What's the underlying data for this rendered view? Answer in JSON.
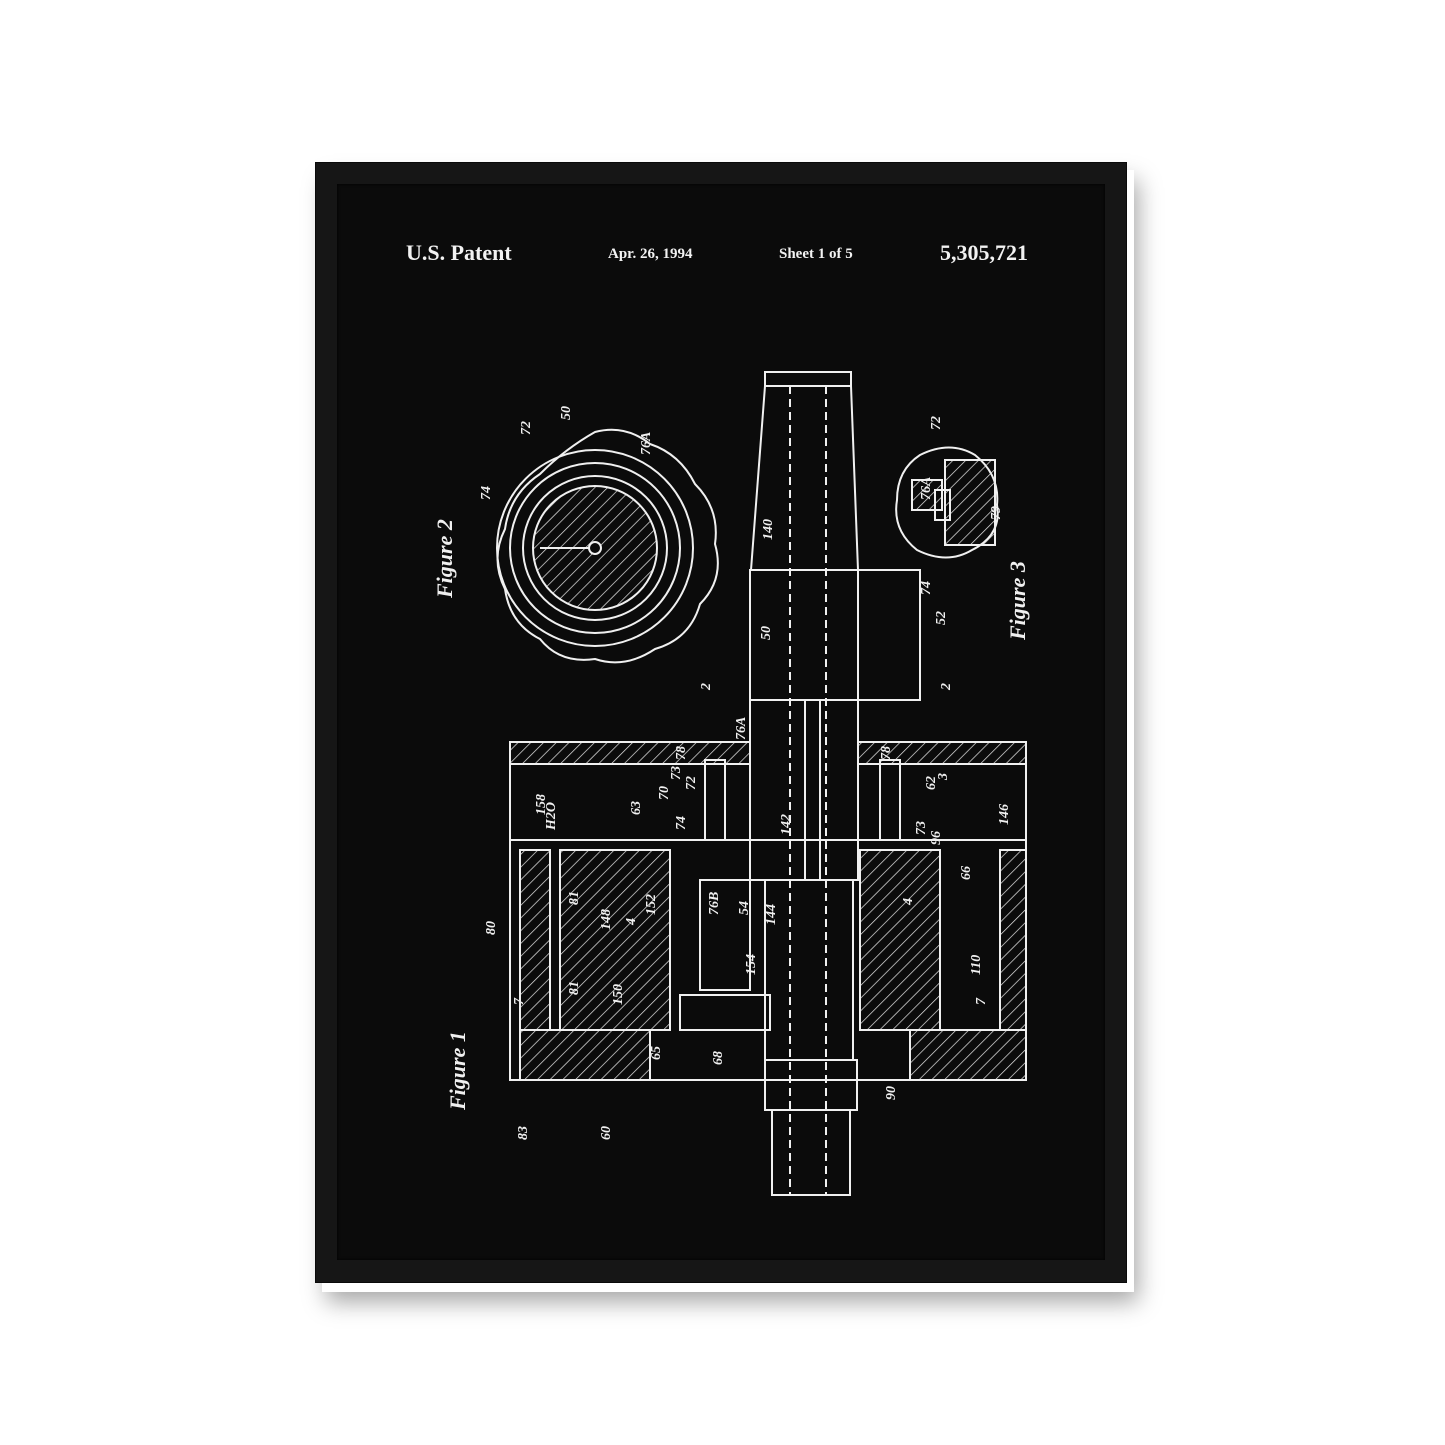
{
  "header": {
    "title": "U.S. Patent",
    "date": "Apr. 26, 1994",
    "sheet": "Sheet 1 of 5",
    "patent_number": "5,305,721"
  },
  "figures": [
    "Figure 1",
    "Figure 2",
    "Figure 3"
  ],
  "part_labels": [
    "140",
    "50",
    "52",
    "72",
    "50",
    "74",
    "76A",
    "76A",
    "72",
    "79",
    "74",
    "2",
    "2",
    "78",
    "76A",
    "78",
    "158",
    "H2O",
    "63",
    "70",
    "73",
    "72",
    "74",
    "142",
    "76B",
    "62",
    "3",
    "73",
    "96",
    "146",
    "80",
    "81",
    "148",
    "152",
    "4",
    "54",
    "144",
    "4",
    "110",
    "66",
    "81",
    "150",
    "154",
    "7",
    "7",
    "83",
    "60",
    "65",
    "68",
    "90"
  ],
  "colors": {
    "background": "#0b0b0b",
    "frame": "#161616",
    "lines": "#f0f0f0"
  }
}
